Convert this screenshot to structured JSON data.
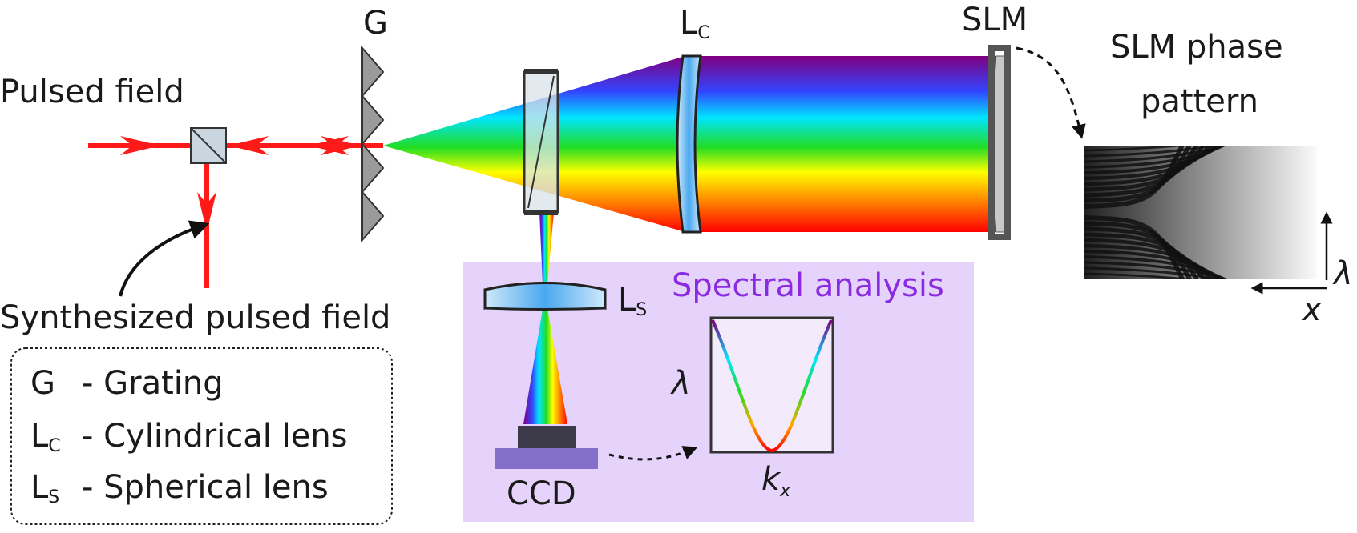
{
  "labels": {
    "grating": "G",
    "lens_c_main": "L",
    "lens_c_sub": "C",
    "slm": "SLM",
    "slm_phase_line1": "SLM phase",
    "slm_phase_line2": "pattern",
    "pulsed_field": "Pulsed field",
    "synthesized": "Synthesized pulsed field",
    "lens_s_main": "L",
    "lens_s_sub": "S",
    "spectral_analysis": "Spectral analysis",
    "ccd": "CCD",
    "lambda": "λ",
    "kx_main": "k",
    "kx_sub": "x",
    "axis_x": "x",
    "axis_lambda": "λ"
  },
  "legend": [
    {
      "sym": "G",
      "sub": "",
      "desc": "- Grating"
    },
    {
      "sym": "L",
      "sub": "C",
      "desc": "- Cylindrical lens"
    },
    {
      "sym": "L",
      "sub": "S",
      "desc": "- Spherical lens"
    }
  ],
  "colors": {
    "beam": "#ff1a1a",
    "panel": "#e6d3fb",
    "spectral_title": "#8a2be2",
    "optic_blue": "#5ab4f0",
    "gray": "#9a9a9a"
  }
}
